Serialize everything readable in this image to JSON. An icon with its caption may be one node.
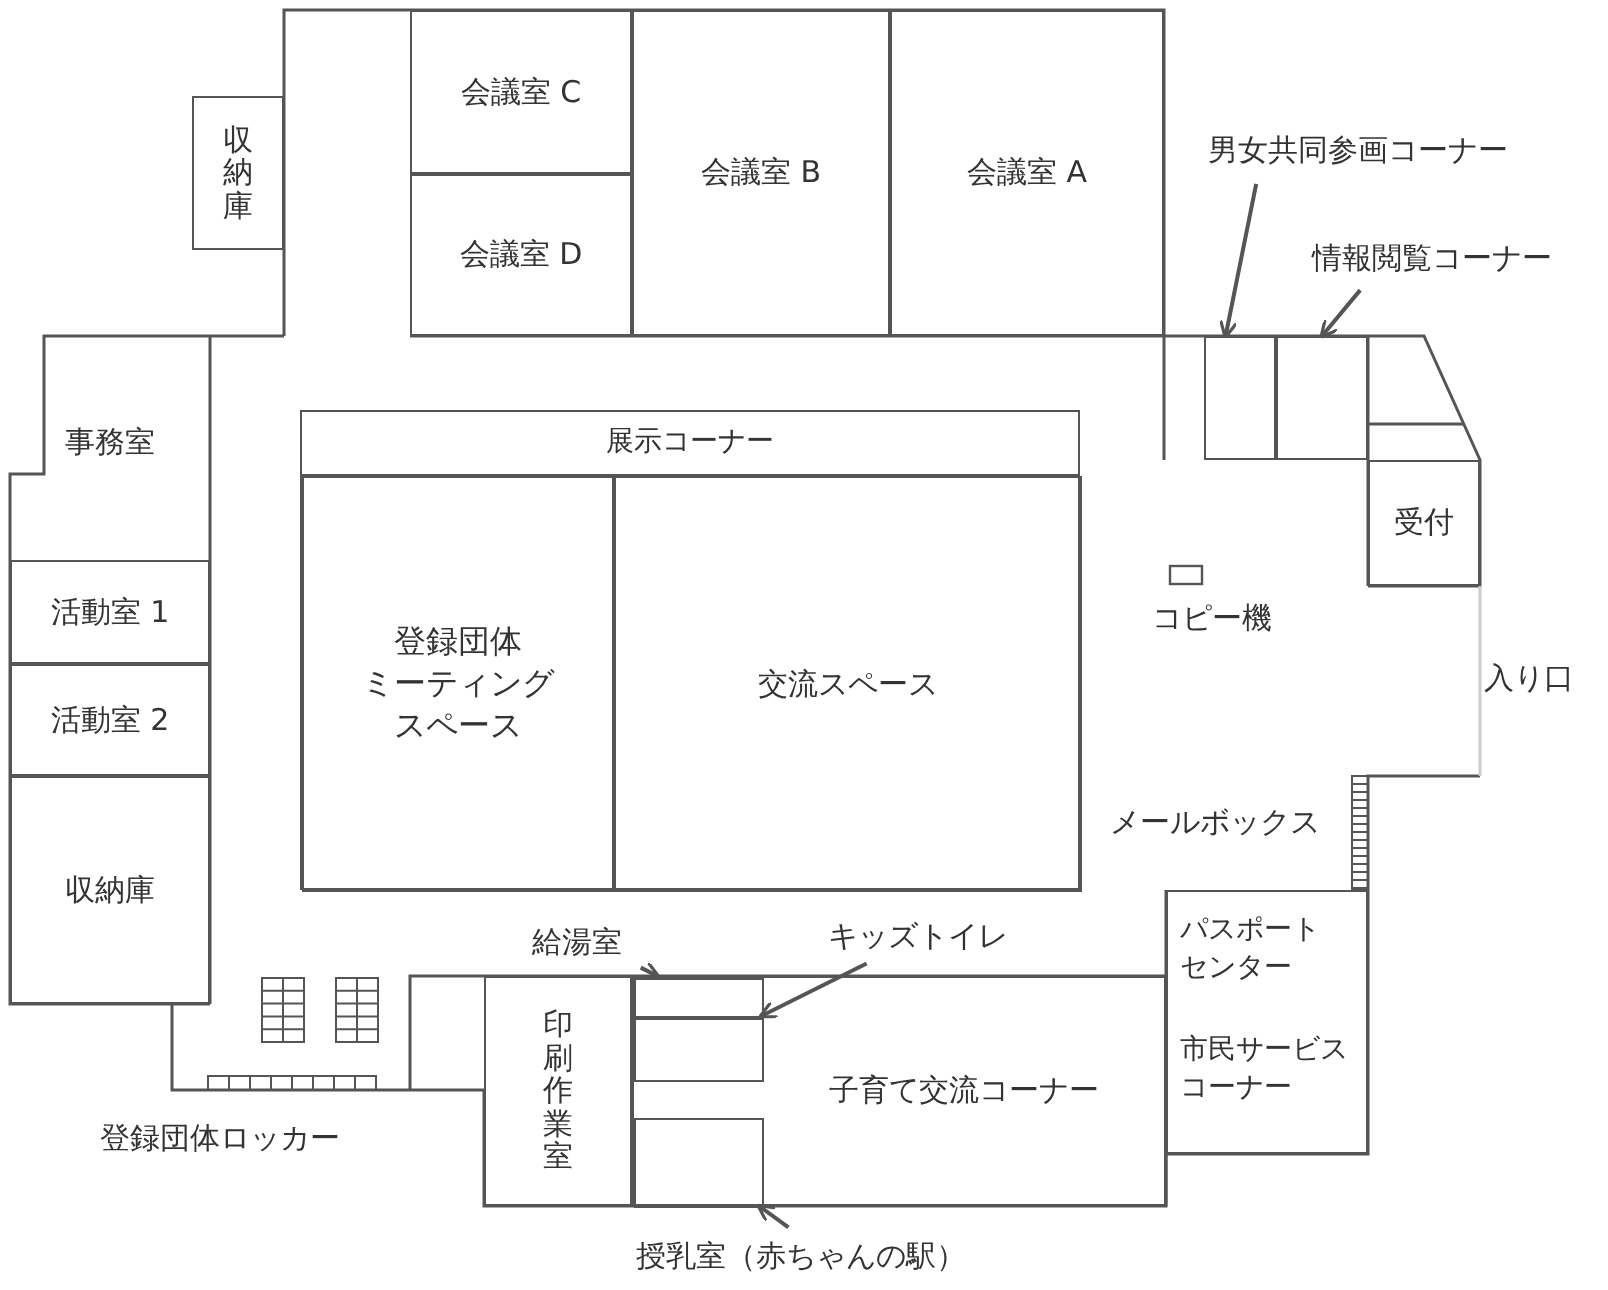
{
  "diagram": {
    "nodes": [
      {
        "text": [
          "会議室 C"
        ]
      },
      {
        "text": [
          "会議室 D"
        ]
      },
      {
        "text": [
          "会議室 B"
        ]
      },
      {
        "text": [
          "会議室 A"
        ]
      },
      {
        "text": [
          "収納庫"
        ]
      },
      {
        "text": [
          "事務室"
        ]
      },
      {
        "text": [
          "活動室 1"
        ]
      },
      {
        "text": [
          "活動室 2"
        ]
      },
      {
        "text": [
          "収納庫"
        ]
      },
      {
        "text": [
          "展示コーナー"
        ]
      },
      {
        "text": [
          "登録団体ミーティングスペース"
        ],
        "in": 9
      },
      {
        "text": [
          "交流スペース"
        ],
        "in": 9
      },
      {
        "text": [
          "男女共同参画コーナー"
        ]
      },
      {
        "text": [
          "情報閲覧コーナー"
        ]
      },
      {
        "text": [],
        "shape": "box"
      },
      {
        "text": [],
        "shape": "box"
      },
      {
        "text": [
          "受付"
        ]
      },
      {
        "text": [
          "パスポートセンター",
          "市民サービスコーナー"
        ]
      },
      {
        "text": [
          "給湯室"
        ]
      },
      {
        "text": [
          "キッズトイレ"
        ]
      },
      {
        "text": [
          "印刷作業室"
        ]
      },
      {
        "text": [
          "子育て交流コーナー"
        ]
      },
      {
        "text": [],
        "shape": "box",
        "in": 21
      },
      {
        "text": [],
        "shape": "box",
        "in": 21
      },
      {
        "text": [],
        "shape": "box",
        "in": 21
      },
      {
        "text": [
          "授乳室（赤ちゃんの駅）"
        ]
      }
    ],
    "edges": [
      {
        "from": 12,
        "to": 14,
        "arrow": "to"
      },
      {
        "from": 13,
        "to": 15,
        "arrow": "to"
      },
      {
        "from": 18,
        "to": 22,
        "arrow": "to"
      },
      {
        "from": 19,
        "to": 23,
        "arrow": "to"
      },
      {
        "from": 25,
        "to": 24,
        "arrow": "to"
      }
    ],
    "labels": [
      "入り口",
      "コピー機",
      "メールボックス",
      "登録団体ロッカー"
    ]
  }
}
